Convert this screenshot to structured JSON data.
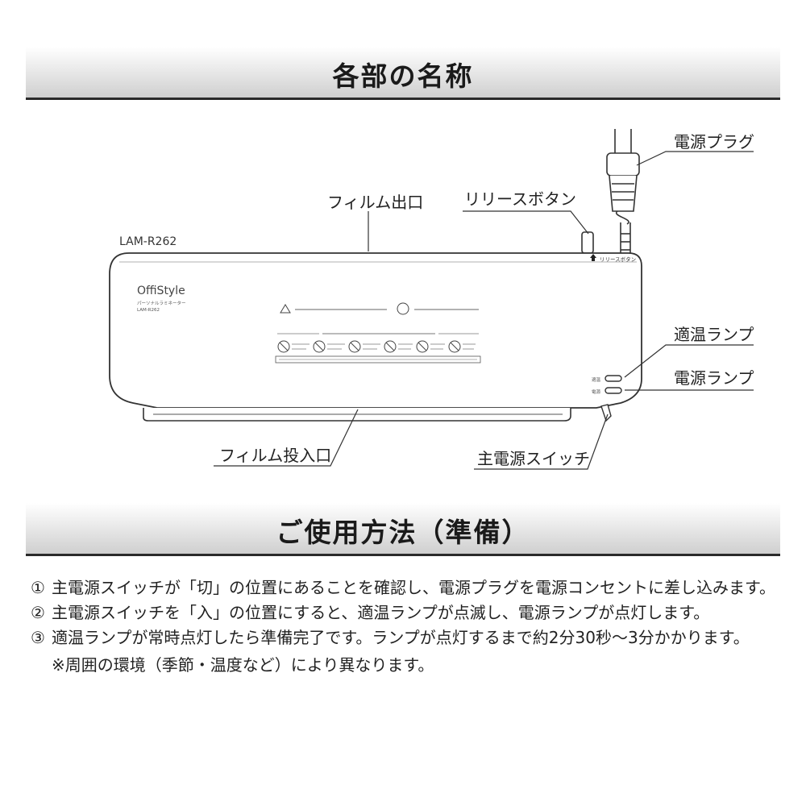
{
  "sections": {
    "parts_title": "各部の名称",
    "usage_title": "ご使用方法（準備）"
  },
  "diagram": {
    "model": "LAM-R262",
    "brand": "OffiStyle",
    "device_subtitle": "パーソナルラミネーター",
    "device_model_small": "LAM-R262",
    "release_label_small": "リリースボタン",
    "lamp_small_1": "適温",
    "lamp_small_2": "電源",
    "labels": {
      "power_plug": "電源プラグ",
      "release_button": "リリースボタン",
      "film_exit": "フィルム出口",
      "temp_lamp": "適温ランプ",
      "power_lamp": "電源ランプ",
      "film_inlet": "フィルム投入口",
      "main_switch": "主電源スイッチ"
    }
  },
  "steps": [
    {
      "num": "①",
      "text": "主電源スイッチが「切」の位置にあることを確認し、電源プラグを電源コンセントに差し込みます。"
    },
    {
      "num": "②",
      "text": "主電源スイッチを「入」の位置にすると、適温ランプが点滅し、電源ランプが点灯します。"
    },
    {
      "num": "③",
      "text": "適温ランプが常時点灯したら準備完了です。ランプが点灯するまで約2分30秒〜3分かかります。"
    }
  ],
  "note": "※周囲の環境（季節・温度など）により異なります。"
}
